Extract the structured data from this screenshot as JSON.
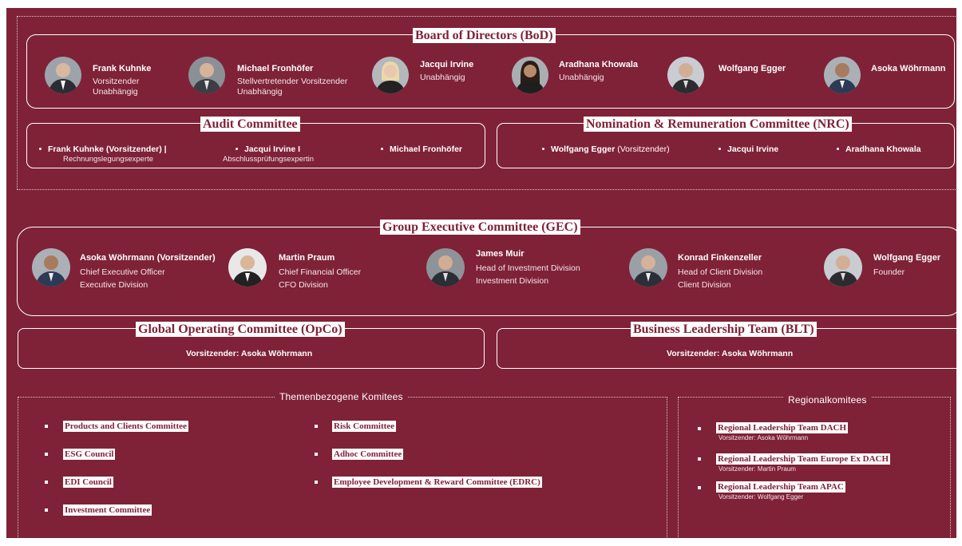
{
  "colors": {
    "background": "#7f2237",
    "accent_white": "#ffffff"
  },
  "bod": {
    "title": "Board of Directors (BoD)",
    "members": [
      {
        "name": "Frank Kuhnke",
        "lines": [
          "Vorsitzender",
          "Unabhängig"
        ]
      },
      {
        "name": "Michael Fronhöfer",
        "lines": [
          "Stellvertretender Vorsitzender",
          "Unabhängig"
        ]
      },
      {
        "name": "Jacqui Irvine",
        "lines": [
          "Unabhängig"
        ]
      },
      {
        "name": "Aradhana Khowala",
        "lines": [
          "Unabhängig"
        ]
      },
      {
        "name": "Wolfgang Egger",
        "lines": []
      },
      {
        "name": "Asoka Wöhrmann",
        "lines": []
      }
    ]
  },
  "audit": {
    "title": "Audit Committee",
    "items": [
      {
        "name": "Frank Kuhnke (Vorsitzender) |",
        "sub": "Rechnungslegungsexperte"
      },
      {
        "name": "Jacqui Irvine I",
        "sub": "Abschlussprüfungsexpertin"
      },
      {
        "name": "Michael Fronhöfer",
        "sub": ""
      }
    ]
  },
  "nrc": {
    "title": "Nomination & Remuneration Committee (NRC)",
    "items": [
      {
        "name": "Wolfgang Egger",
        "suffix": " (Vorsitzender)"
      },
      {
        "name": "Jacqui Irvine",
        "suffix": ""
      },
      {
        "name": "Aradhana Khowala",
        "suffix": ""
      }
    ]
  },
  "gec": {
    "title": "Group Executive Committee (GEC)",
    "members": [
      {
        "name": "Asoka Wöhrmann (Vorsitzender)",
        "lines": [
          "Chief Executive Officer",
          "Executive Division"
        ]
      },
      {
        "name": "Martin Praum",
        "lines": [
          "Chief Financial Officer",
          "CFO Division"
        ]
      },
      {
        "name": "James Muir",
        "lines": [
          "Head of Investment Division",
          "Investment Division"
        ]
      },
      {
        "name": "Konrad Finkenzeller",
        "lines": [
          "Head of Client Division",
          "Client Division"
        ]
      },
      {
        "name": "Wolfgang Egger",
        "lines": [
          "Founder"
        ]
      }
    ]
  },
  "opco": {
    "title": "Global Operating Committee (OpCo)",
    "chair": "Vorsitzender: Asoka Wöhrmann"
  },
  "blt": {
    "title": "Business Leadership Team (BLT)",
    "chair": "Vorsitzender: Asoka Wöhrmann"
  },
  "themen": {
    "title": "Themenbezogene Komitees",
    "left": [
      "Products and Clients Committee",
      "ESG Council",
      "EDI Council",
      "Investment Committee"
    ],
    "right": [
      "Risk Committee",
      "Adhoc Committee",
      "Employee Development & Reward Committee (EDRC)"
    ]
  },
  "regional": {
    "title": "Regionalkomitees",
    "items": [
      {
        "name": "Regional Leadership Team DACH",
        "sub": "Vorsitzender:  Asoka Wöhrmann"
      },
      {
        "name": "Regional Leadership Team Europe Ex DACH",
        "sub": "Vorsitzender:  Martin Praum"
      },
      {
        "name": "Regional Leadership Team APAC",
        "sub": "Vorsitzender:  Wolfgang Egger"
      }
    ]
  }
}
